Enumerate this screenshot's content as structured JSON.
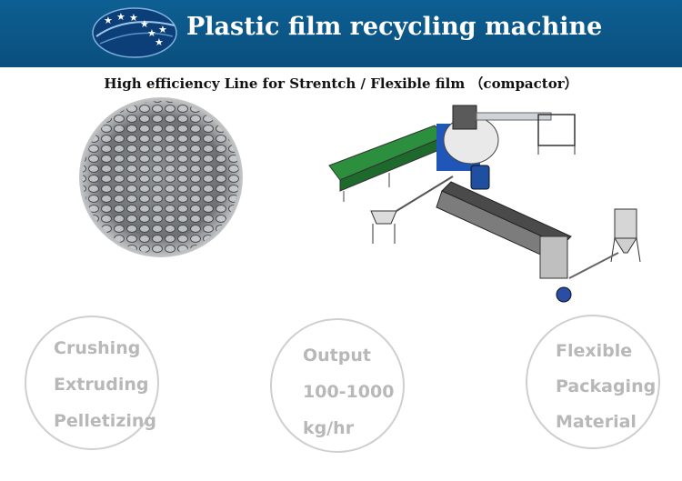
{
  "header": {
    "title": "Plastic film recycling machine",
    "colors": {
      "banner": "#0b5688",
      "title": "#ffffff"
    },
    "logo": "star-globe-logo"
  },
  "subtitle": "High efficiency Line for Strentch / Flexible film （compactor）",
  "images": {
    "pellets": "plastic-pellets-photo",
    "machine": "recycling-line-drawing"
  },
  "features": [
    {
      "lines": [
        "Crushing",
        "Extruding",
        "Pelletizing"
      ]
    },
    {
      "lines": [
        "Output",
        "100-1000",
        "kg/hr"
      ]
    },
    {
      "lines": [
        "Flexible",
        "Packaging",
        "Material"
      ]
    }
  ],
  "colors": {
    "circle_border": "#cfcfcf",
    "circle_text": "#b8b8b8"
  }
}
